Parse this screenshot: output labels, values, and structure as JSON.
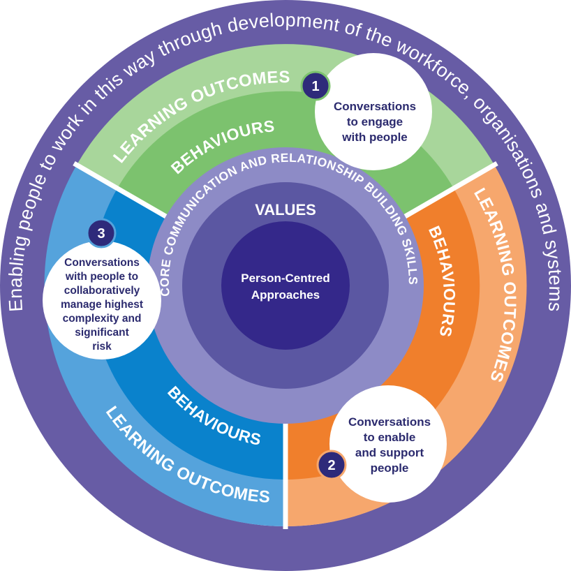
{
  "outer_ring": {
    "text": "Enabling people to work in this way through development of the workforce, organisations and systems"
  },
  "center": {
    "line1": "Person-Centred",
    "line2": "Approaches"
  },
  "values_label": "VALUES",
  "core_label": "CORE COMMUNICATION AND RELATIONSHIP BUILDING SKILLS",
  "segments": {
    "green": {
      "learning_outcomes": "LEARNING OUTCOMES",
      "behaviours": "BEHAVIOURS"
    },
    "orange": {
      "learning_outcomes": "LEARNING OUTCOMES",
      "behaviours": "BEHAVIOURS"
    },
    "blue": {
      "learning_outcomes": "LEARNING OUTCOMES",
      "behaviours": "BEHAVIOURS"
    }
  },
  "bubbles": {
    "one": {
      "number": "1",
      "lines": [
        "Conversations",
        "to engage",
        "with people"
      ]
    },
    "two": {
      "number": "2",
      "lines": [
        "Conversations",
        "to enable",
        "and support",
        "people"
      ]
    },
    "three": {
      "number": "3",
      "lines": [
        "Conversations",
        "with people to",
        "collaboratively",
        "manage highest",
        "complexity and",
        "significant",
        "risk"
      ]
    }
  },
  "colors": {
    "outer_purple": "#675ca5",
    "green_outer": "#a8d69b",
    "green_inner": "#7cc26e",
    "orange_outer": "#f6a76d",
    "orange_inner": "#f07f2c",
    "blue_outer": "#55a3dc",
    "blue_inner": "#0a82cc",
    "core_lavender": "#8d8bc6",
    "values_purple": "#5b57a2",
    "center_navy": "#34288a",
    "badge_navy": "#2e2a7a"
  }
}
